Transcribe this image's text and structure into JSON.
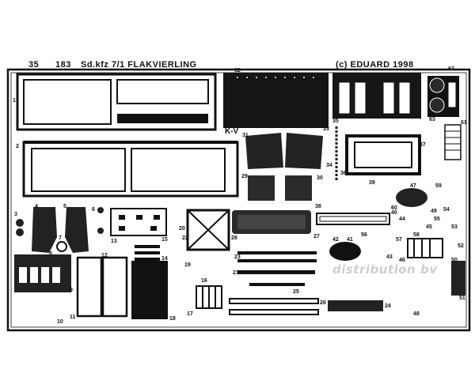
{
  "header": {
    "sheet_no": "35",
    "set_no": "183",
    "title": "Sd.kfz  7/1  FLAKVIERLING",
    "copyright": "(c)  EDUARD  1998"
  },
  "marking": "K-V",
  "watermark": "distribution bv",
  "part_numbers": [
    "1",
    "2",
    "3",
    "4",
    "5",
    "6",
    "7",
    "8",
    "9",
    "10",
    "11",
    "12",
    "13",
    "14",
    "15",
    "16",
    "17",
    "18",
    "19",
    "20",
    "21",
    "22",
    "23",
    "24",
    "25",
    "26",
    "27",
    "28",
    "29",
    "30",
    "31",
    "32",
    "33",
    "34",
    "35",
    "36",
    "37",
    "38",
    "39",
    "40",
    "41",
    "42",
    "43",
    "44",
    "45",
    "46",
    "47",
    "48",
    "49",
    "50",
    "51",
    "52",
    "53",
    "54",
    "55",
    "56",
    "57",
    "58",
    "59",
    "60",
    "61",
    "62",
    "63"
  ],
  "colors": {
    "metal": "#ffffff",
    "etch": "#141414",
    "frame": "#111111",
    "watermark": "#bdbdbd"
  }
}
